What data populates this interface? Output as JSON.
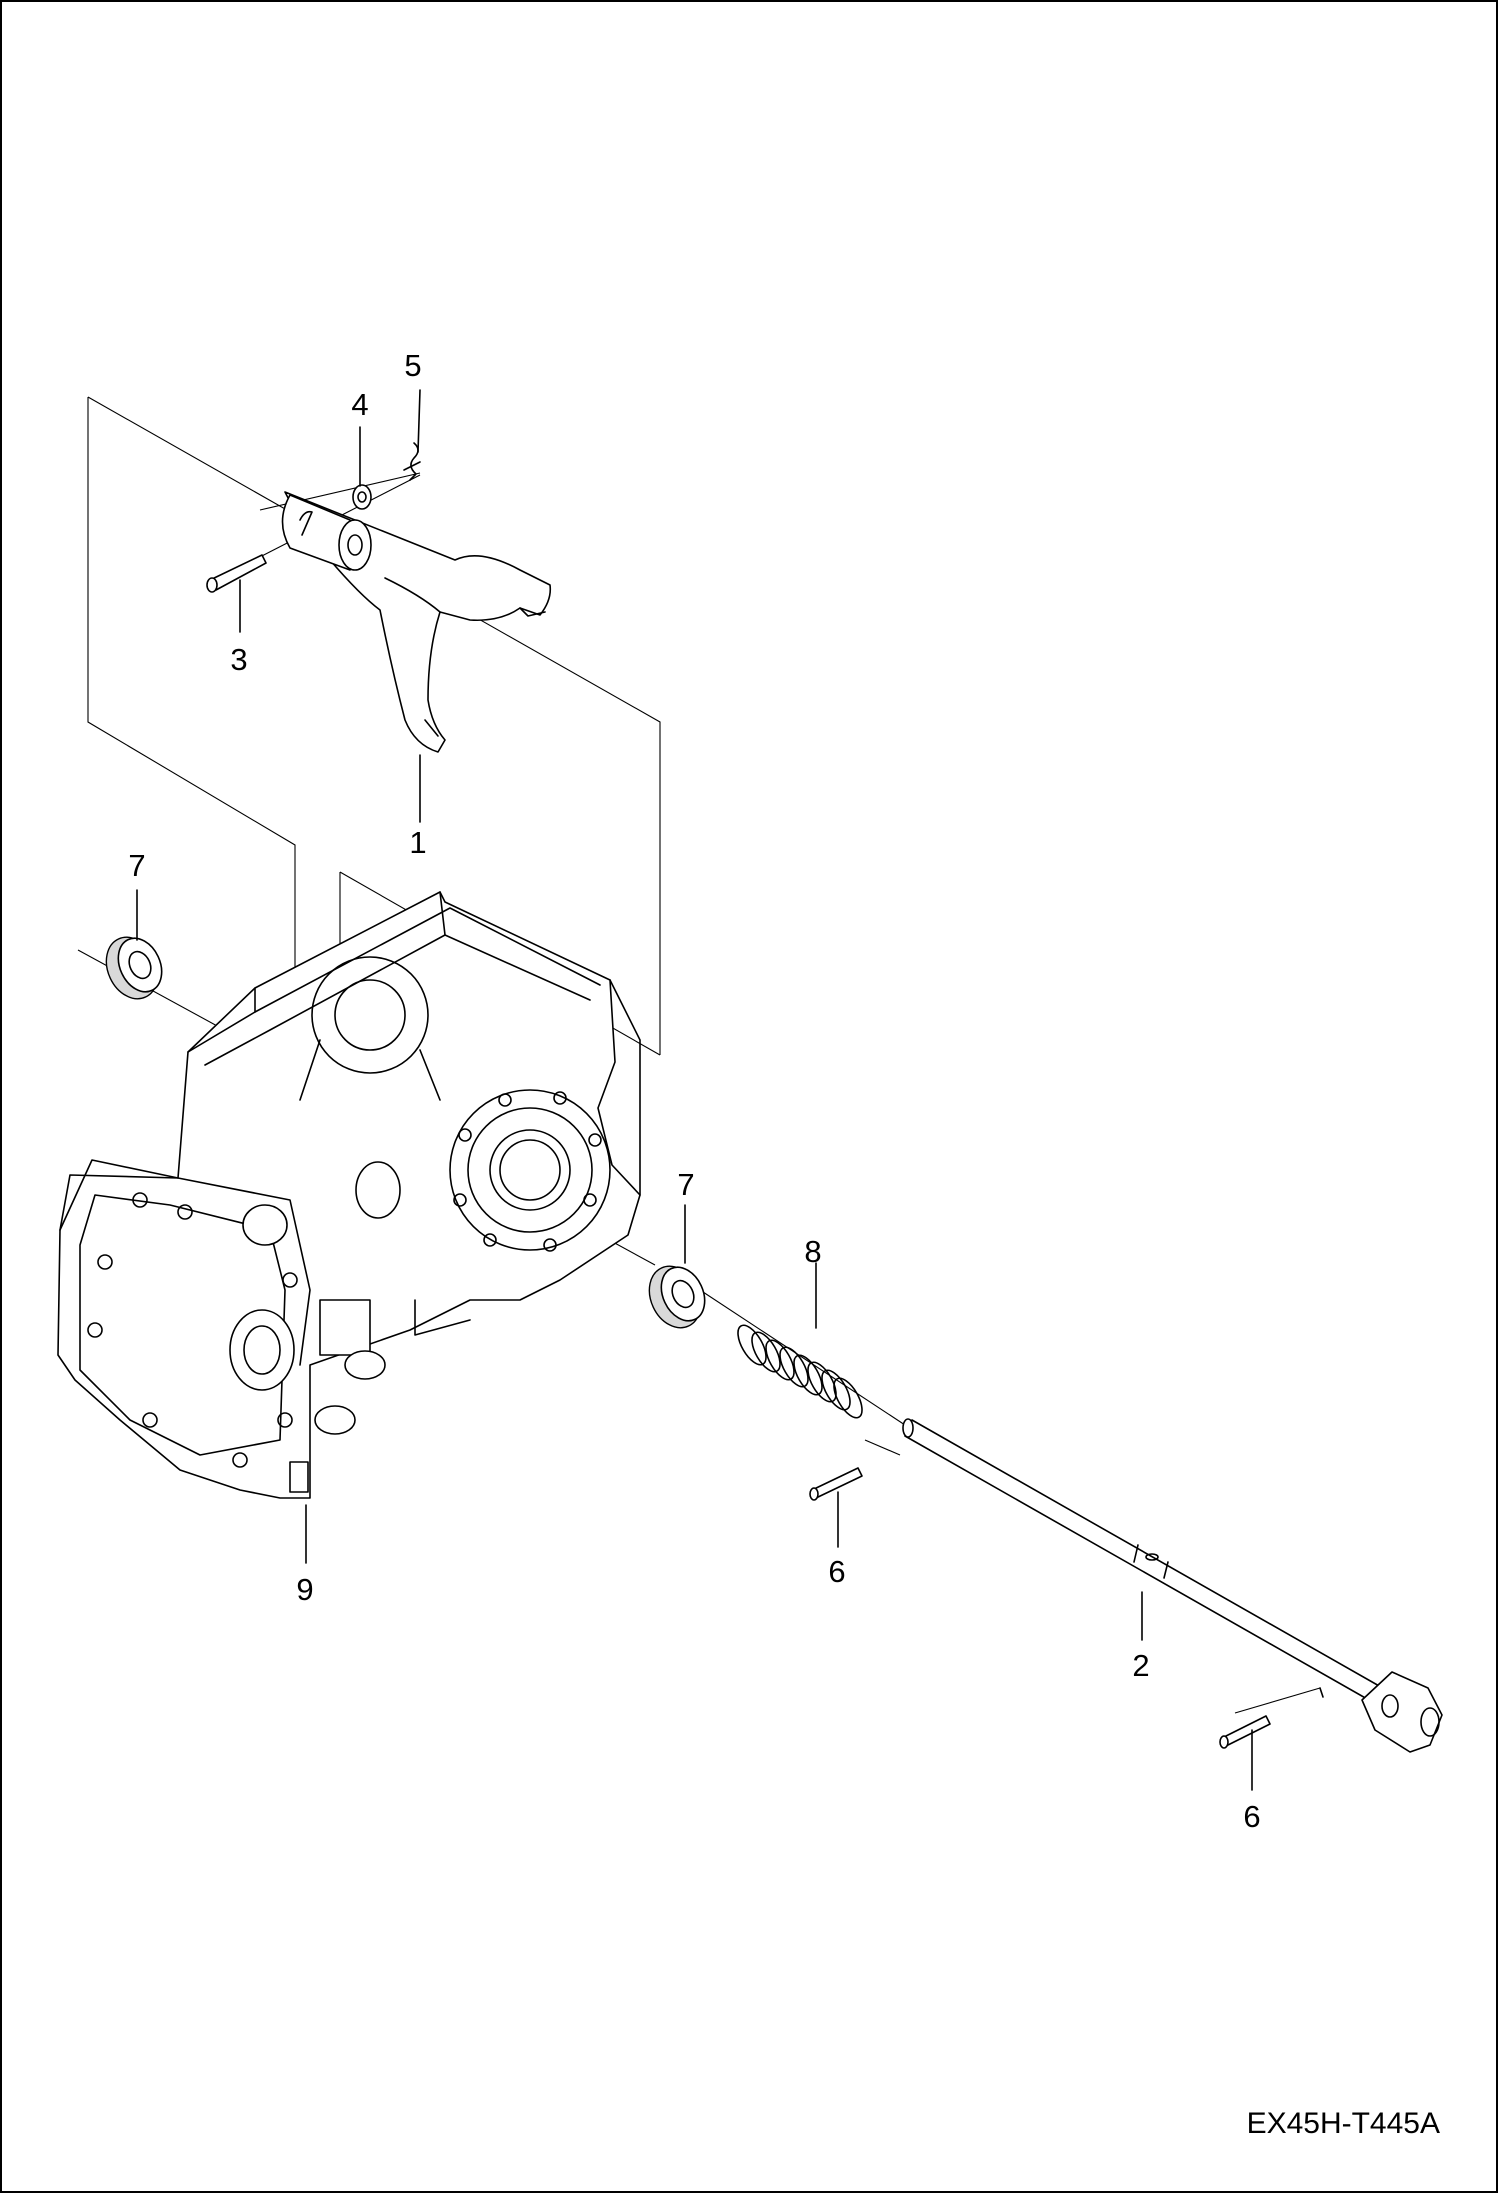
{
  "drawing_code": "EX45H-T445A",
  "callouts": [
    "1",
    "2",
    "3",
    "4",
    "5",
    "6",
    "6",
    "7",
    "7",
    "8",
    "9"
  ]
}
